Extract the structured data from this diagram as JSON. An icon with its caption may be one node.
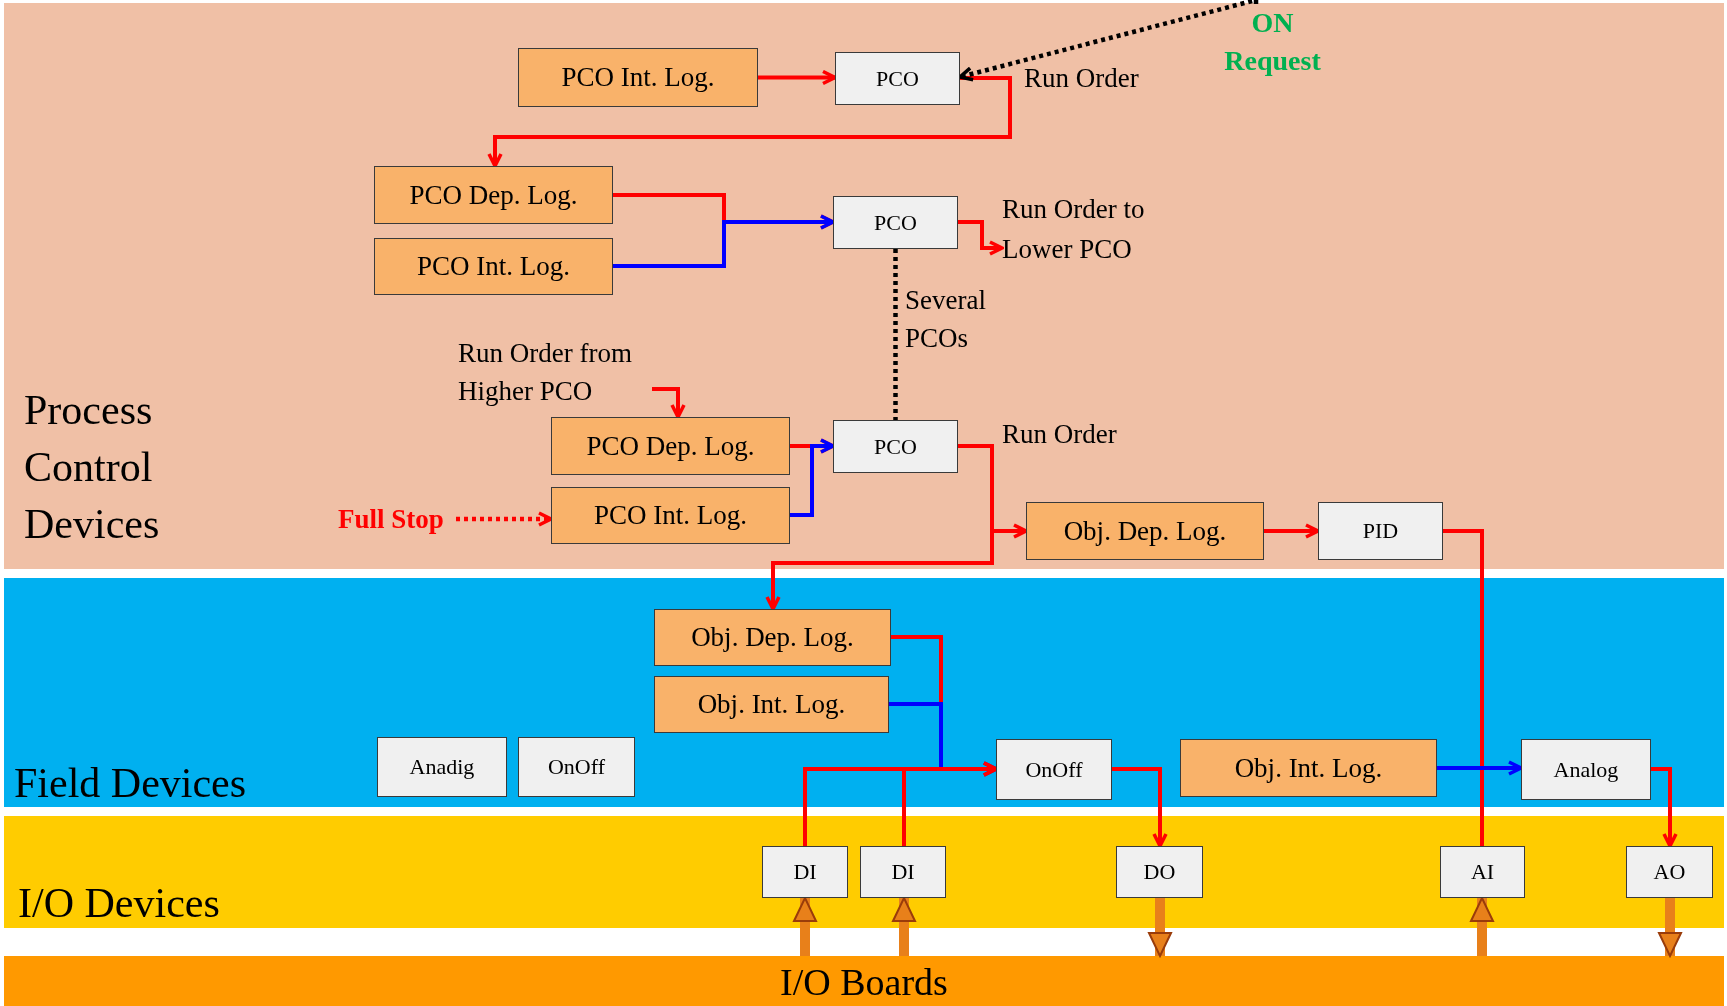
{
  "diagram": {
    "nodes": [
      {
        "text": [
          "Process Control Devices"
        ]
      },
      {
        "text": [
          "PCO Int. Log."
        ],
        "in": 0
      },
      {
        "text": [
          "PCO"
        ],
        "in": 0
      },
      {
        "text": [
          "PCO Dep. Log."
        ],
        "in": 0
      },
      {
        "text": [
          "PCO Int. Log."
        ],
        "in": 0
      },
      {
        "text": [
          "PCO"
        ],
        "in": 0
      },
      {
        "text": [
          "PCO Dep. Log."
        ],
        "in": 0
      },
      {
        "text": [
          "Full Stop"
        ],
        "in": 0
      },
      {
        "text": [
          "PCO Int. Log."
        ],
        "in": 0
      },
      {
        "text": [
          "PCO"
        ],
        "in": 0
      },
      {
        "text": [
          "Obj. Dep. Log."
        ],
        "in": 0
      },
      {
        "text": [
          "PID"
        ],
        "in": 0
      },
      {
        "text": [
          "Field Devices"
        ]
      },
      {
        "text": [
          "Obj. Dep. Log."
        ],
        "in": 12
      },
      {
        "text": [
          "Obj. Int. Log."
        ],
        "in": 12
      },
      {
        "text": [
          "Anadig"
        ],
        "in": 12
      },
      {
        "text": [
          "OnOff"
        ],
        "in": 12
      },
      {
        "text": [
          "OnOff"
        ],
        "in": 12
      },
      {
        "text": [
          "Obj. Int. Log."
        ],
        "in": 12
      },
      {
        "text": [
          "Analog"
        ],
        "in": 12
      },
      {
        "text": [
          "I/O Devices"
        ]
      },
      {
        "text": [
          "DI"
        ],
        "in": 20
      },
      {
        "text": [
          "DI"
        ],
        "in": 20
      },
      {
        "text": [
          "DO"
        ],
        "in": 20
      },
      {
        "text": [
          "AI"
        ],
        "in": 20
      },
      {
        "text": [
          "AO"
        ],
        "in": 20
      },
      {
        "text": [
          "I/O Boards"
        ]
      },
      {
        "text": [
          "ON Request"
        ],
        "in": 0
      },
      {
        "text": [
          "Run Order to Lower PCO"
        ],
        "in": 0
      }
    ],
    "edges": [
      {
        "from": 1,
        "to": 2,
        "arrow": "to"
      },
      {
        "from": 2,
        "to": 3,
        "arrow": "to"
      },
      {
        "from": 3,
        "to": 5,
        "arrow": "to"
      },
      {
        "from": 4,
        "to": 5,
        "arrow": "to",
        "color": "#0000ff"
      },
      {
        "from": 5,
        "to": 28,
        "arrow": "to"
      },
      {
        "from": 5,
        "to": 9,
        "arrow": "none",
        "style": "dashed",
        "color": "#000000",
        "label": "Several PCOs"
      },
      {
        "from": null,
        "to": 6,
        "arrow": "to"
      },
      {
        "from": 7,
        "to": 8,
        "arrow": "to",
        "style": "dashed"
      },
      {
        "from": 6,
        "to": 9,
        "arrow": "to"
      },
      {
        "from": 8,
        "to": 9,
        "arrow": "to",
        "color": "#0000ff"
      },
      {
        "from": 9,
        "to": 10,
        "arrow": "to"
      },
      {
        "from": 9,
        "to": 13,
        "arrow": "to"
      },
      {
        "from": 10,
        "to": 11,
        "arrow": "to"
      },
      {
        "from": 11,
        "to": 24,
        "arrow": "none"
      },
      {
        "from": 18,
        "to": 19,
        "arrow": "to",
        "color": "#0000ff"
      },
      {
        "from": 13,
        "to": 17,
        "arrow": "to"
      },
      {
        "from": 14,
        "to": 17,
        "arrow": "to",
        "color": "#0000ff"
      },
      {
        "from": 21,
        "to": 17,
        "arrow": "to"
      },
      {
        "from": 22,
        "to": 17,
        "arrow": "to"
      },
      {
        "from": 17,
        "to": 23,
        "arrow": "to"
      },
      {
        "from": 19,
        "to": 25,
        "arrow": "to"
      },
      {
        "from": 26,
        "to": 21,
        "arrow": "to",
        "style": "thick",
        "color": "#e8801a"
      },
      {
        "from": 26,
        "to": 22,
        "arrow": "to",
        "style": "thick",
        "color": "#e8801a"
      },
      {
        "from": 23,
        "to": 26,
        "arrow": "to",
        "style": "thick",
        "color": "#e8801a"
      },
      {
        "from": 26,
        "to": 24,
        "arrow": "to",
        "style": "thick",
        "color": "#e8801a"
      },
      {
        "from": 25,
        "to": 26,
        "arrow": "to",
        "style": "thick",
        "color": "#e8801a"
      },
      {
        "from": 27,
        "to": 2,
        "arrow": "to",
        "style": "dashed",
        "color": "#000000"
      }
    ],
    "labels": [
      "Run Order",
      "Run Order from Higher PCO",
      "Run Order"
    ]
  }
}
